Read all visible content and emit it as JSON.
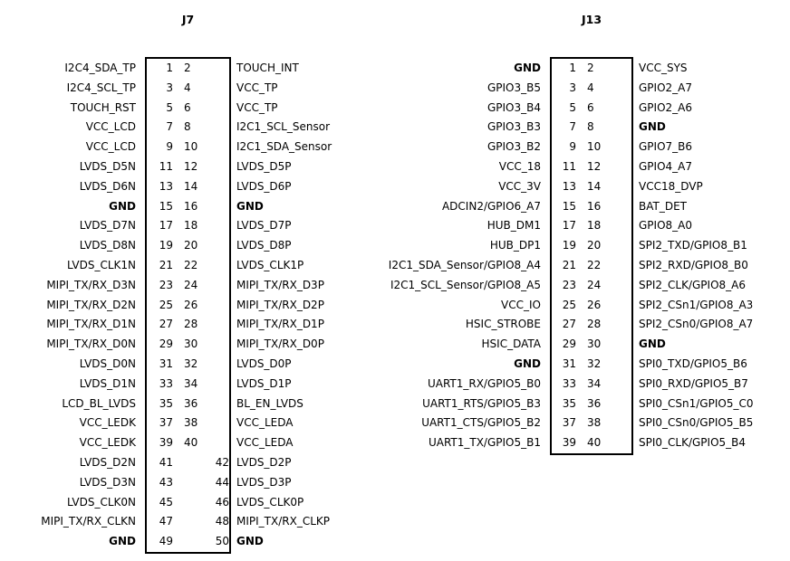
{
  "diagram_colors": {
    "text": "#000000",
    "background": "#ffffff",
    "box_border": "#000000"
  },
  "connectors": [
    {
      "title": "J7",
      "rows": [
        {
          "left": "I2C4_SDA_TP",
          "odd": "1",
          "even": "2",
          "right": "TOUCH_INT"
        },
        {
          "left": "I2C4_SCL_TP",
          "odd": "3",
          "even": "4",
          "right": "VCC_TP"
        },
        {
          "left": "TOUCH_RST",
          "odd": "5",
          "even": "6",
          "right": "VCC_TP"
        },
        {
          "left": "VCC_LCD",
          "odd": "7",
          "even": "8",
          "right": "I2C1_SCL_Sensor"
        },
        {
          "left": "VCC_LCD",
          "odd": "9",
          "even": "10",
          "right": "I2C1_SDA_Sensor"
        },
        {
          "left": "LVDS_D5N",
          "odd": "11",
          "even": "12",
          "right": "LVDS_D5P"
        },
        {
          "left": "LVDS_D6N",
          "odd": "13",
          "even": "14",
          "right": "LVDS_D6P"
        },
        {
          "left": "GND",
          "odd": "15",
          "even": "16",
          "right": "GND",
          "left_bold": true,
          "right_bold": true
        },
        {
          "left": "LVDS_D7N",
          "odd": "17",
          "even": "18",
          "right": "LVDS_D7P"
        },
        {
          "left": "LVDS_D8N",
          "odd": "19",
          "even": "20",
          "right": "LVDS_D8P"
        },
        {
          "left": "LVDS_CLK1N",
          "odd": "21",
          "even": "22",
          "right": "LVDS_CLK1P"
        },
        {
          "left": "MIPI_TX/RX_D3N",
          "odd": "23",
          "even": "24",
          "right": "MIPI_TX/RX_D3P"
        },
        {
          "left": "MIPI_TX/RX_D2N",
          "odd": "25",
          "even": "26",
          "right": "MIPI_TX/RX_D2P"
        },
        {
          "left": "MIPI_TX/RX_D1N",
          "odd": "27",
          "even": "28",
          "right": "MIPI_TX/RX_D1P"
        },
        {
          "left": "MIPI_TX/RX_D0N",
          "odd": "29",
          "even": "30",
          "right": "MIPI_TX/RX_D0P"
        },
        {
          "left": "LVDS_D0N",
          "odd": "31",
          "even": "32",
          "right": "LVDS_D0P"
        },
        {
          "left": "LVDS_D1N",
          "odd": "33",
          "even": "34",
          "right": "LVDS_D1P"
        },
        {
          "left": "LCD_BL_LVDS",
          "odd": "35",
          "even": "36",
          "right": "BL_EN_LVDS"
        },
        {
          "left": "VCC_LEDK",
          "odd": "37",
          "even": "38",
          "right": "VCC_LEDA"
        },
        {
          "left": "VCC_LEDK",
          "odd": "39",
          "even": "40",
          "right": "VCC_LEDA"
        },
        {
          "left": "LVDS_D2N",
          "odd": "41",
          "even": "42",
          "right": "LVDS_D2P"
        },
        {
          "left": "LVDS_D3N",
          "odd": "43",
          "even": "44",
          "right": "LVDS_D3P"
        },
        {
          "left": "LVDS_CLK0N",
          "odd": "45",
          "even": "46",
          "right": "LVDS_CLK0P"
        },
        {
          "left": "MIPI_TX/RX_CLKN",
          "odd": "47",
          "even": "48",
          "right": "MIPI_TX/RX_CLKP"
        },
        {
          "left": "GND",
          "odd": "49",
          "even": "50",
          "right": "GND",
          "left_bold": true,
          "right_bold": true
        }
      ]
    },
    {
      "title": "J13",
      "rows": [
        {
          "left": "GND",
          "odd": "1",
          "even": "2",
          "right": "VCC_SYS",
          "left_bold": true
        },
        {
          "left": "GPIO3_B5",
          "odd": "3",
          "even": "4",
          "right": "GPIO2_A7"
        },
        {
          "left": "GPIO3_B4",
          "odd": "5",
          "even": "6",
          "right": "GPIO2_A6"
        },
        {
          "left": "GPIO3_B3",
          "odd": "7",
          "even": "8",
          "right": "GND",
          "right_bold": true
        },
        {
          "left": "GPIO3_B2",
          "odd": "9",
          "even": "10",
          "right": "GPIO7_B6"
        },
        {
          "left": "VCC_18",
          "odd": "11",
          "even": "12",
          "right": "GPIO4_A7"
        },
        {
          "left": "VCC_3V",
          "odd": "13",
          "even": "14",
          "right": "VCC18_DVP"
        },
        {
          "left": "ADCIN2/GPIO6_A7",
          "odd": "15",
          "even": "16",
          "right": "BAT_DET"
        },
        {
          "left": "HUB_DM1",
          "odd": "17",
          "even": "18",
          "right": "GPIO8_A0"
        },
        {
          "left": "HUB_DP1",
          "odd": "19",
          "even": "20",
          "right": "SPI2_TXD/GPIO8_B1"
        },
        {
          "left": "I2C1_SDA_Sensor/GPIO8_A4",
          "odd": "21",
          "even": "22",
          "right": "SPI2_RXD/GPIO8_B0"
        },
        {
          "left": "I2C1_SCL_Sensor/GPIO8_A5",
          "odd": "23",
          "even": "24",
          "right": "SPI2_CLK/GPIO8_A6"
        },
        {
          "left": "VCC_IO",
          "odd": "25",
          "even": "26",
          "right": "SPI2_CSn1/GPIO8_A3"
        },
        {
          "left": "HSIC_STROBE",
          "odd": "27",
          "even": "28",
          "right": "SPI2_CSn0/GPIO8_A7"
        },
        {
          "left": "HSIC_DATA",
          "odd": "29",
          "even": "30",
          "right": "GND",
          "right_bold": true
        },
        {
          "left": "GND",
          "odd": "31",
          "even": "32",
          "right": "SPI0_TXD/GPIO5_B6",
          "left_bold": true
        },
        {
          "left": "UART1_RX/GPIO5_B0",
          "odd": "33",
          "even": "34",
          "right": "SPI0_RXD/GPIO5_B7"
        },
        {
          "left": "UART1_RTS/GPIO5_B3",
          "odd": "35",
          "even": "36",
          "right": "SPI0_CSn1/GPIO5_C0"
        },
        {
          "left": "UART1_CTS/GPIO5_B2",
          "odd": "37",
          "even": "38",
          "right": "SPI0_CSn0/GPIO5_B5"
        },
        {
          "left": "UART1_TX/GPIO5_B1",
          "odd": "39",
          "even": "40",
          "right": "SPI0_CLK/GPIO5_B4"
        }
      ]
    }
  ]
}
